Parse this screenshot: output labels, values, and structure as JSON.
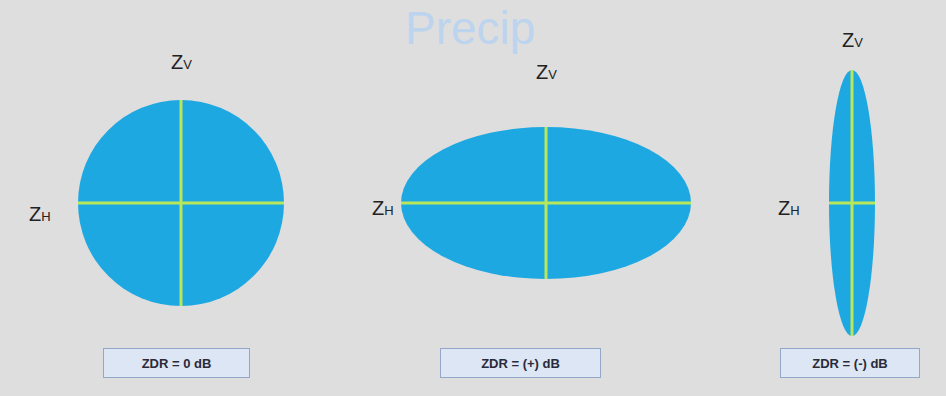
{
  "diagram": {
    "title": "Precip",
    "nodes": [
      {
        "text": [
          "ZDR = 0 dB"
        ]
      },
      {
        "text": [
          "ZDR = (+) dB"
        ]
      },
      {
        "text": [
          "ZDR = (-) dB"
        ]
      }
    ],
    "labels": [
      "ZV",
      "ZH",
      "ZV",
      "ZH",
      "ZV",
      "ZH"
    ]
  }
}
